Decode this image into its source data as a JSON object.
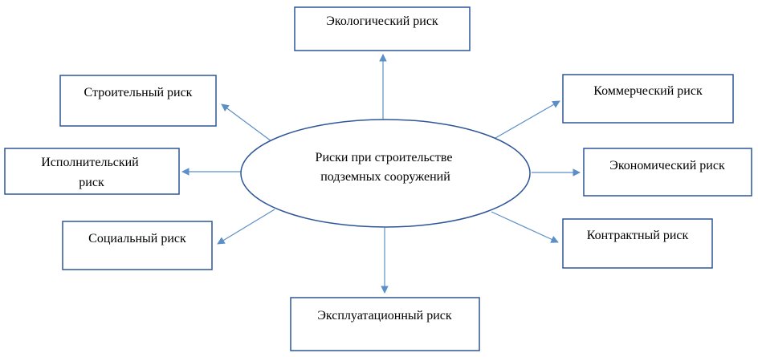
{
  "diagram": {
    "center": {
      "lines": [
        "Риски при строительстве",
        "подземных сооружений"
      ]
    },
    "nodes": [
      {
        "id": "ecological",
        "lines": [
          "Экологический риск"
        ]
      },
      {
        "id": "construction",
        "lines": [
          "Строительный риск"
        ]
      },
      {
        "id": "executive",
        "lines": [
          "Исполнительский",
          "риск"
        ]
      },
      {
        "id": "social",
        "lines": [
          "Социальный риск"
        ]
      },
      {
        "id": "operational",
        "lines": [
          "Эксплуатационный риск"
        ]
      },
      {
        "id": "commercial",
        "lines": [
          "Коммерческий риск"
        ]
      },
      {
        "id": "economic",
        "lines": [
          "Экономический риск"
        ]
      },
      {
        "id": "contract",
        "lines": [
          "Контрактный риск"
        ]
      }
    ],
    "colors": {
      "box_stroke": "#2e5597",
      "arrow": "#5b8fc7",
      "text": "#000000"
    }
  }
}
